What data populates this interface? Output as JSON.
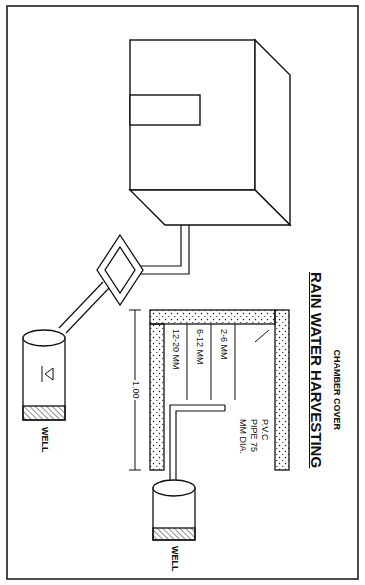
{
  "diagram": {
    "title": "RAIN WATER HARVESTING",
    "labels": [
      "CHAMBER COVER",
      "2-6 MM",
      "6-12 MM",
      "12-20 MM",
      "P.V.C PIPE 75 MM DIA.",
      "1.00",
      "WELL",
      "WELL"
    ]
  }
}
